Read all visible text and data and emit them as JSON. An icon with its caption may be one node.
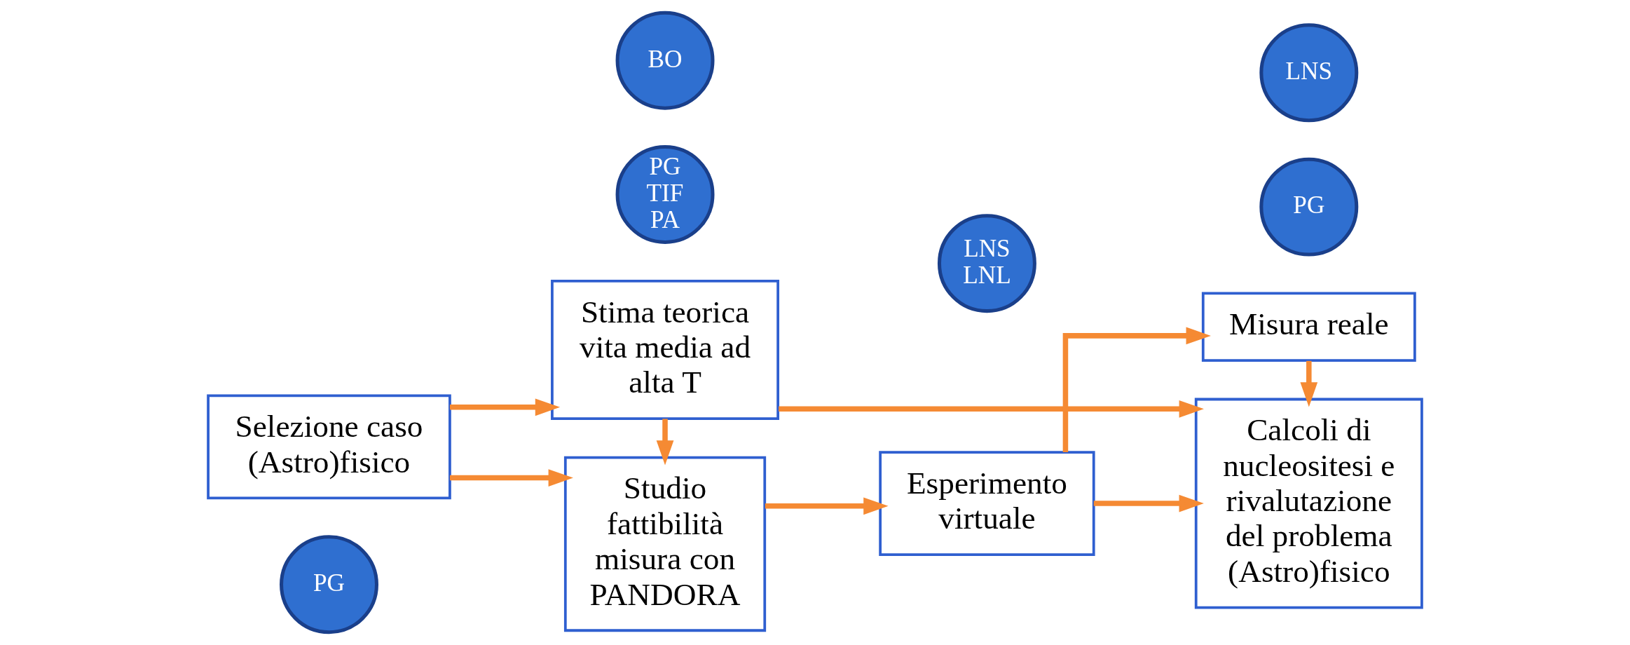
{
  "diagram": {
    "nodes": [
      {
        "text": [
          "PG"
        ]
      },
      {
        "text": [
          "Selezione caso (Astro)fisico"
        ]
      },
      {
        "text": [
          "PG",
          "TIF",
          "PA"
        ]
      },
      {
        "text": [
          "Stima teorica vita media ad alta T"
        ]
      },
      {
        "text": [
          "Studio fattibilità misura con PANDORA"
        ]
      },
      {
        "text": [
          "BO"
        ]
      },
      {
        "text": [
          "Esperimento virtuale"
        ]
      },
      {
        "text": [
          "LNS",
          "LNL"
        ]
      },
      {
        "text": [
          "PG"
        ]
      },
      {
        "text": [
          "Calcoli di nucleositesi e rivalutazione del problema (Astro)fisico"
        ]
      },
      {
        "text": [
          "Misura reale"
        ]
      },
      {
        "text": [
          "LNS"
        ]
      }
    ],
    "edges": [
      {
        "from": 1,
        "to": 3,
        "arrow": "to",
        "color": "#f58a33"
      },
      {
        "from": 1,
        "to": 4,
        "arrow": "to",
        "color": "#f58a33"
      },
      {
        "from": 3,
        "to": 4,
        "arrow": "to",
        "color": "#f58a33"
      },
      {
        "from": 3,
        "to": 9,
        "arrow": "to",
        "color": "#f58a33"
      },
      {
        "from": 4,
        "to": 6,
        "arrow": "to",
        "color": "#f58a33"
      },
      {
        "from": 6,
        "to": 9,
        "arrow": "to",
        "color": "#f58a33"
      },
      {
        "from": 6,
        "to": 10,
        "arrow": "to",
        "color": "#f58a33"
      },
      {
        "from": 10,
        "to": 9,
        "arrow": "to",
        "color": "#f58a33"
      }
    ]
  }
}
